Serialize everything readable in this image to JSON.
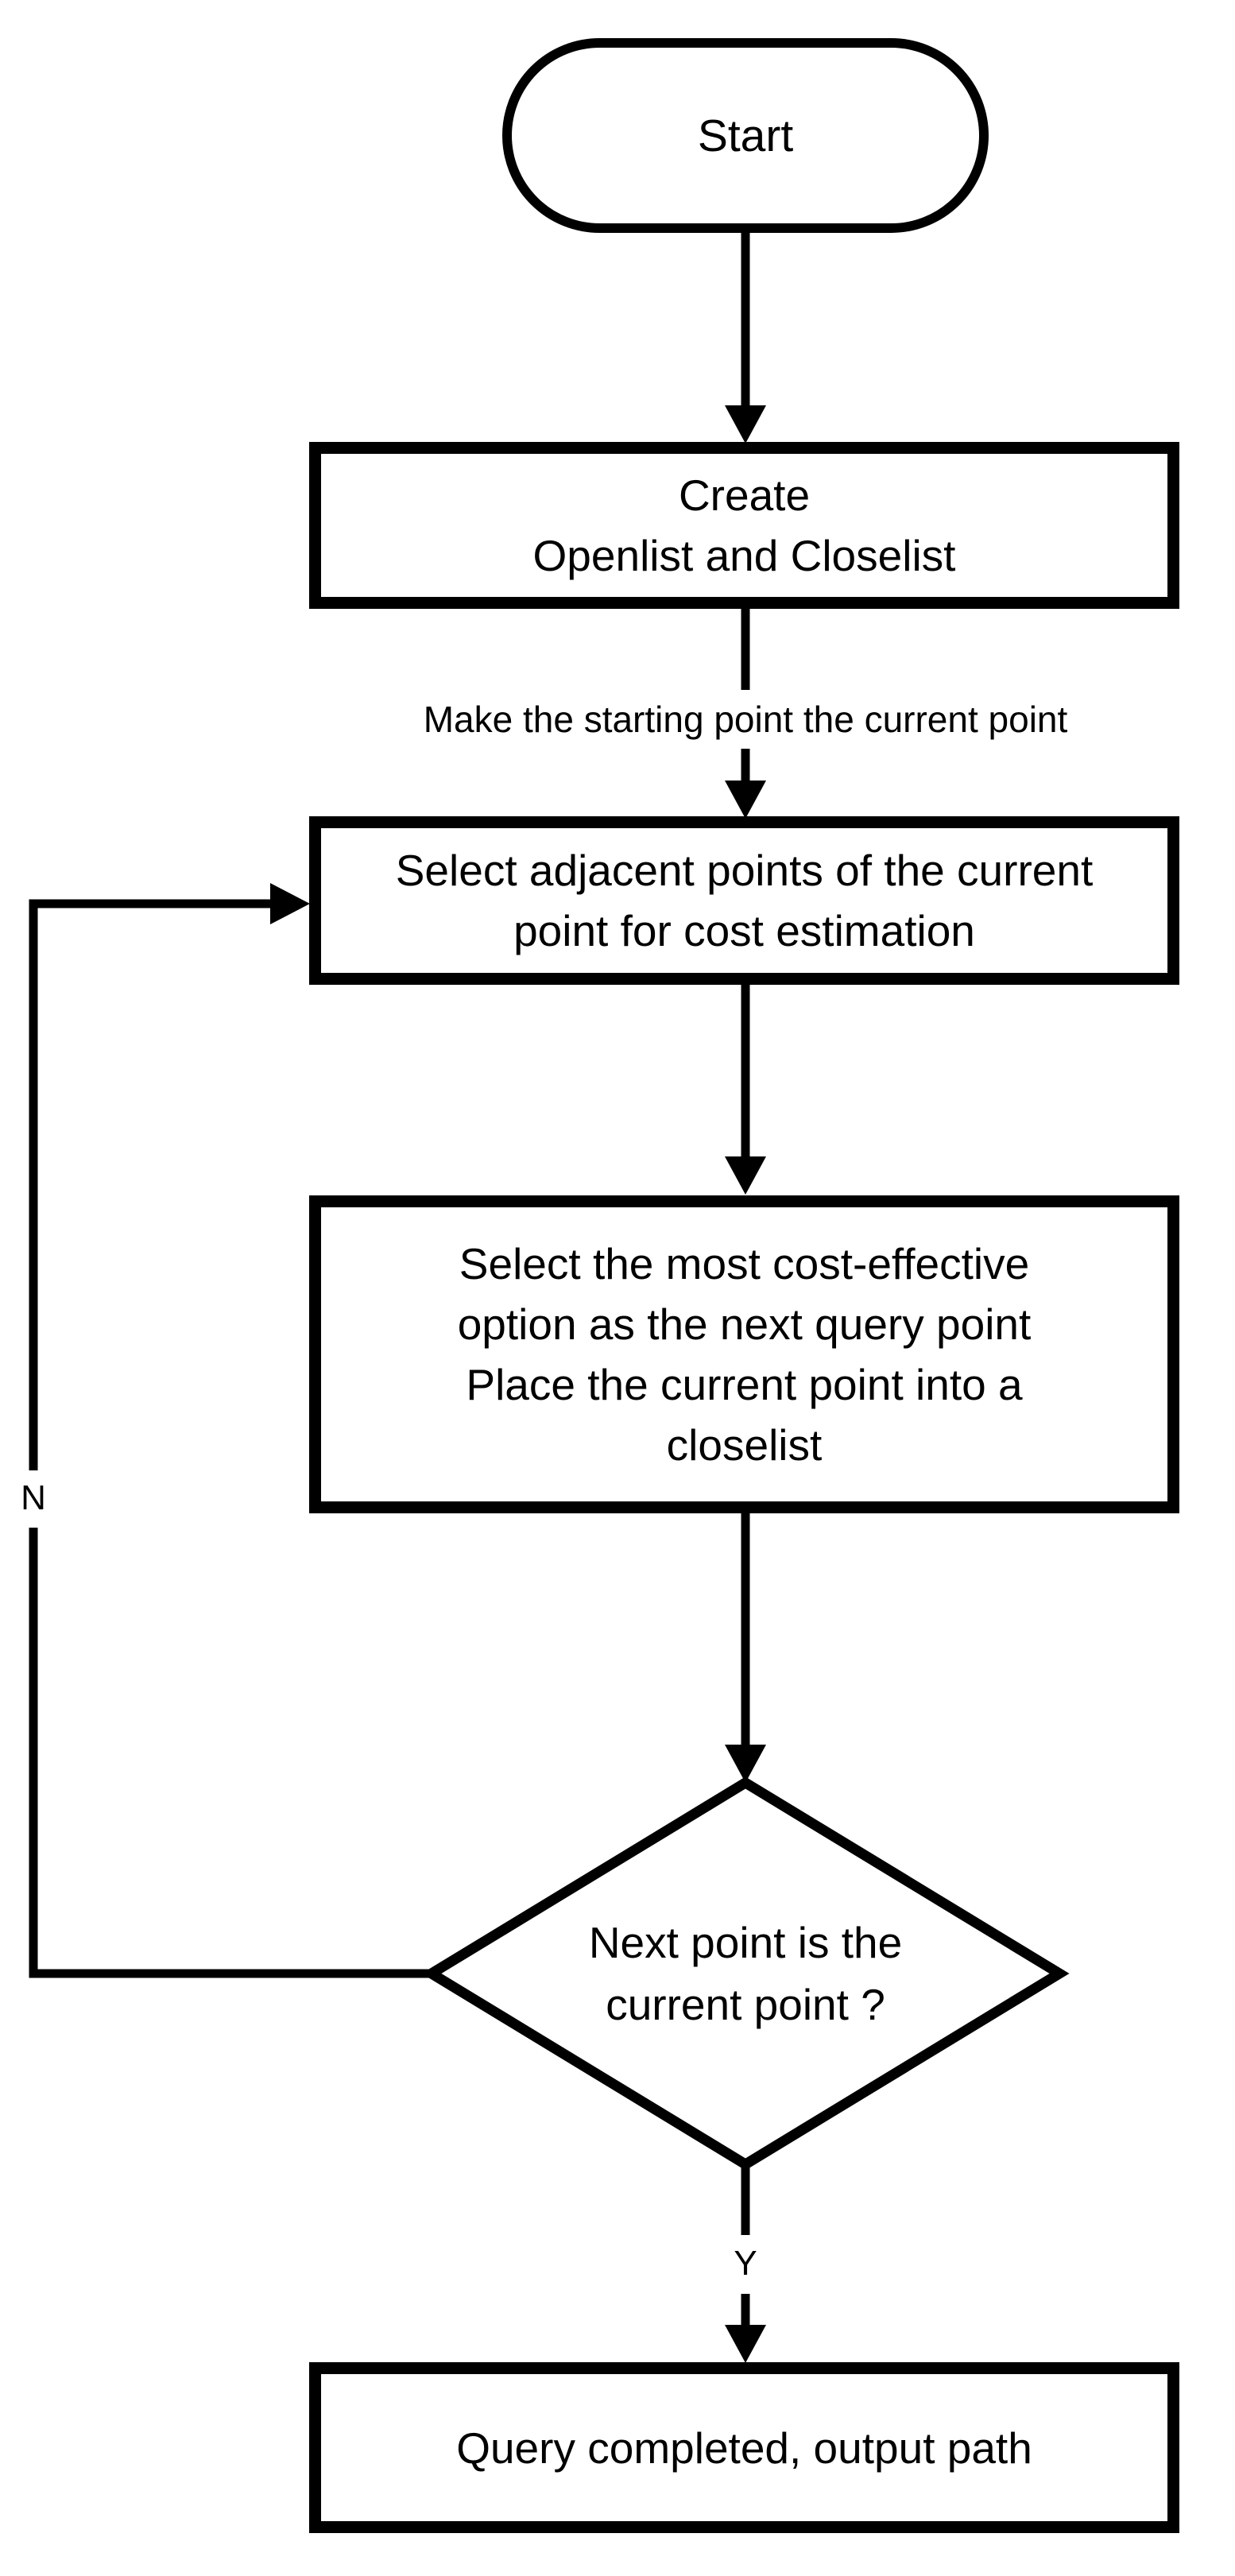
{
  "flowchart": {
    "nodes": {
      "start": {
        "type": "terminator",
        "label": "Start"
      },
      "create_lists": {
        "type": "process",
        "label": "Create\nOpenlist and Closelist"
      },
      "select_adjacent": {
        "type": "process",
        "label": "Select adjacent points of the current\npoint for cost estimation"
      },
      "select_cost_effective": {
        "type": "process",
        "label": "Select the most cost-effective\noption as the next query point\nPlace the current point into a\ncloselist"
      },
      "next_point_decision": {
        "type": "decision",
        "label": "Next point is the\ncurrent point ?"
      },
      "query_completed": {
        "type": "process",
        "label": "Query completed, output path"
      }
    },
    "edge_labels": {
      "make_starting_point": "Make the starting point the current point",
      "no_branch": "N",
      "yes_branch": "Y"
    },
    "colors": {
      "stroke": "#000000",
      "fill": "#ffffff"
    }
  }
}
